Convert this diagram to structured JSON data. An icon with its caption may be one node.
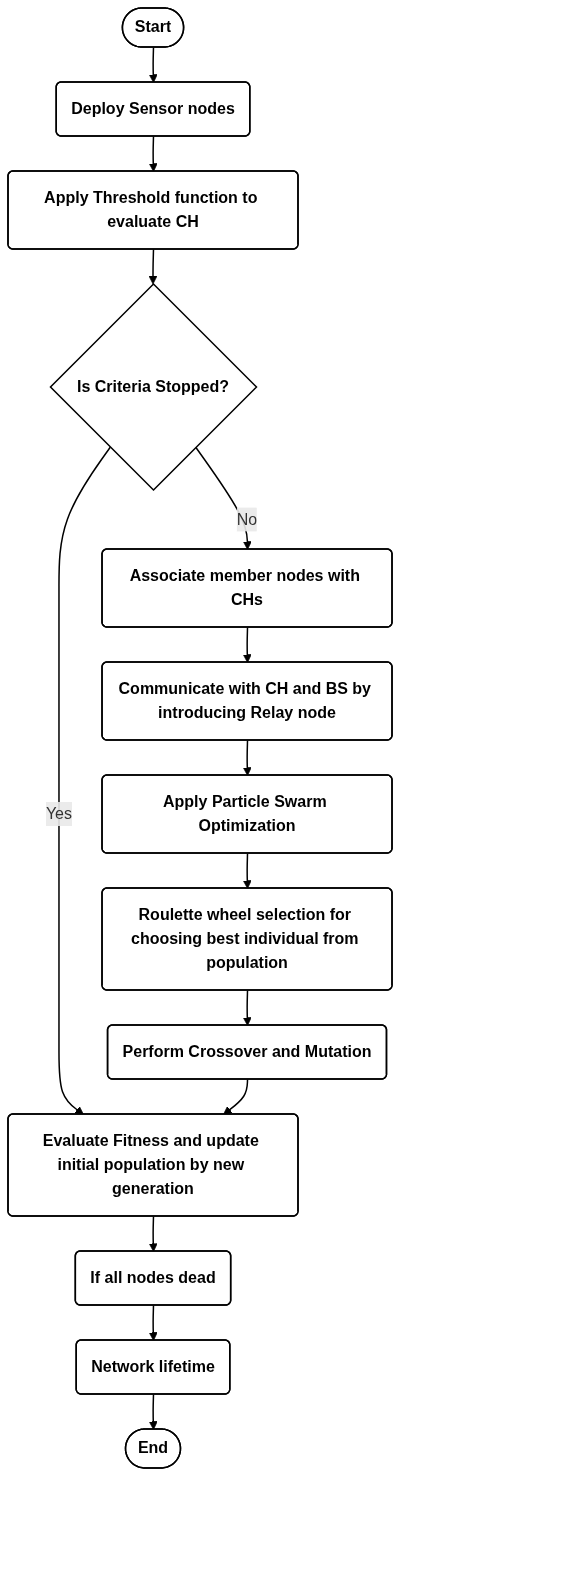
{
  "diagram": {
    "nodes": [
      {
        "text": [
          "Start"
        ]
      },
      {
        "text": [
          "Deploy Sensor nodes"
        ]
      },
      {
        "text": [
          "Apply Threshold function to evaluate CH"
        ]
      },
      {
        "text": [
          "Is Criteria Stopped?"
        ]
      },
      {
        "text": [
          "Associate member nodes with CHs"
        ]
      },
      {
        "text": [
          "Communicate with CH and BS by introducing Relay node"
        ]
      },
      {
        "text": [
          "Apply Particle Swarm Optimization"
        ]
      },
      {
        "text": [
          "Roulette wheel selection for choosing best individual from population"
        ]
      },
      {
        "text": [
          "Perform Crossover and Mutation"
        ]
      },
      {
        "text": [
          "Evaluate Fitness and update initial population by new generation"
        ]
      },
      {
        "text": [
          "If all nodes dead"
        ]
      },
      {
        "text": [
          "Network lifetime"
        ]
      },
      {
        "text": [
          "End"
        ]
      }
    ],
    "edges": [
      {
        "from": 0,
        "to": 1,
        "arrow": "to"
      },
      {
        "from": 1,
        "to": 2,
        "arrow": "to"
      },
      {
        "from": 2,
        "to": 3,
        "arrow": "to"
      },
      {
        "from": 3,
        "to": 4,
        "label": "No",
        "arrow": "to"
      },
      {
        "from": 3,
        "to": 9,
        "label": "Yes",
        "arrow": "to"
      },
      {
        "from": 4,
        "to": 5,
        "arrow": "to"
      },
      {
        "from": 5,
        "to": 6,
        "arrow": "to"
      },
      {
        "from": 6,
        "to": 7,
        "arrow": "to"
      },
      {
        "from": 7,
        "to": 8,
        "arrow": "to"
      },
      {
        "from": 8,
        "to": 9,
        "arrow": "to"
      },
      {
        "from": 9,
        "to": 10,
        "arrow": "to"
      },
      {
        "from": 10,
        "to": 11,
        "arrow": "to"
      },
      {
        "from": 11,
        "to": 12,
        "arrow": "to"
      }
    ]
  }
}
